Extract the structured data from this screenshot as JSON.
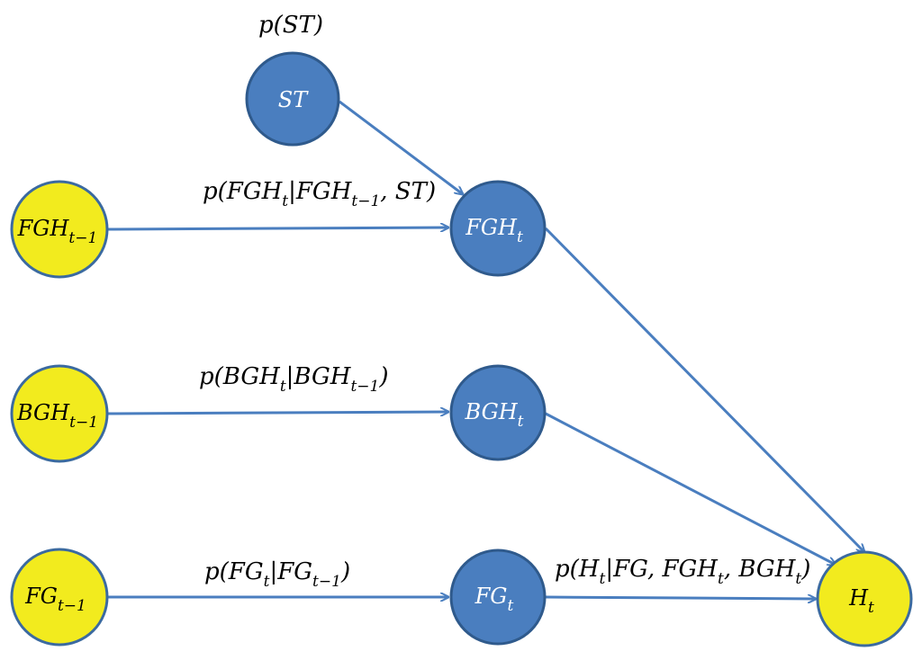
{
  "colors": {
    "latent_fill": "#4a7ebf",
    "latent_stroke": "#2f5a8c",
    "observed_fill": "#f2eb1e",
    "observed_stroke": "#3b6aa0",
    "edge": "#4a7ebf",
    "latent_text": "#ffffff",
    "observed_text": "#000000"
  },
  "nodes": {
    "ST": {
      "base": "ST",
      "sub": ""
    },
    "FGH_t": {
      "base": "FGH",
      "sub": "t"
    },
    "BGH_t": {
      "base": "BGH",
      "sub": "t"
    },
    "FG_t": {
      "base": "FG",
      "sub": "t"
    },
    "H_t": {
      "base": "H",
      "sub": "t"
    },
    "FGH_tm1": {
      "base": "FGH",
      "sub": "t−1"
    },
    "BGH_tm1": {
      "base": "BGH",
      "sub": "t−1"
    },
    "FG_tm1": {
      "base": "FG",
      "sub": "t−1"
    }
  },
  "labels": {
    "p_st": {
      "pre": "p(ST)"
    },
    "p_fgh": {
      "pre": "p(FGH",
      "s1": "t",
      "mid": "|FGH",
      "s2": "t−1",
      "post": ", ST)"
    },
    "p_bgh": {
      "pre": "p(BGH",
      "s1": "t",
      "mid": "|BGH",
      "s2": "t−1",
      "post": ")"
    },
    "p_fg": {
      "pre": "p(FG",
      "s1": "t",
      "mid": "|FG",
      "s2": "t−1",
      "post": ")"
    },
    "p_h": {
      "pre": "p(H",
      "s1": "t",
      "mid": "|FG, FGH",
      "s2": "t",
      "mid2": ", BGH",
      "s3": "t",
      "post": ")"
    }
  }
}
